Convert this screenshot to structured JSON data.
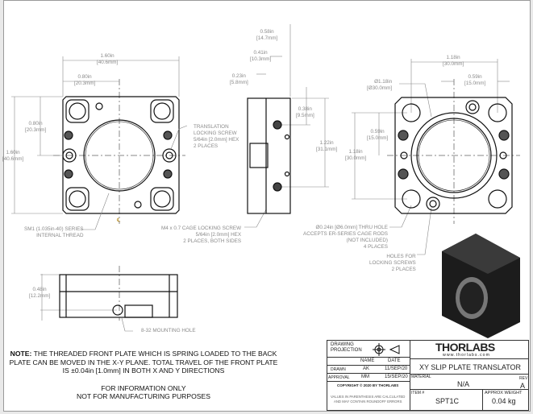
{
  "front_view": {
    "width_total": "1.60in\n[40.6mm]",
    "width_half": "0.80in\n[20.3mm]",
    "height_half": "0.80in\n[20.3mm]",
    "height_total": "1.60in\n[40.6mm]",
    "translation_note": "TRANSLATION\nLOCKING SCREW\n5/64in [2.0mm] HEX\n2 PLACES",
    "thread_note": "SM1 (1.035in-40) SERIES\nINTERNAL THREAD",
    "centerline": "℄"
  },
  "side_view": {
    "d1": "0.58in\n[14.7mm]",
    "d2": "0.41in\n[10.3mm]",
    "d3": "0.23in\n[5.8mm]",
    "d4": "0.38in\n[9.5mm]",
    "d5": "1.22in\n[31.1mm]",
    "cage_note": "M4 x 0.7 CAGE LOCKING SCREW\n5/64in [2.0mm] HEX\n2 PLACES, BOTH SIDES"
  },
  "back_view": {
    "diameter": "Ø1.18in\n[Ø30.0mm]",
    "width_total": "1.18in\n[30.0mm]",
    "width_half": "0.59in\n[15.0mm]",
    "height_half": "0.59in\n[15.0mm]",
    "height_total": "1.18in\n[30.0mm]",
    "thru_hole_note": "Ø0.24in [Ø6.0mm] THRU HOLE\nACCEPTS ER-SERIES CAGE RODS\n(NOT INCLUDED)\n4 PLACES",
    "locking_holes_note": "HOLES FOR\nLOCKING SCREWS\n2 PLACES"
  },
  "bottom_view": {
    "height": "0.48in\n[12.2mm]",
    "mounting_note": "8-32 MOUNTING HOLE"
  },
  "note": {
    "label": "NOTE:",
    "text": " THE THREADED FRONT PLATE WHICH IS SPRING LOADED TO THE BACK PLATE CAN BE MOVED IN THE X-Y PLANE. TOTAL TRAVEL OF THE FRONT PLATE IS ±0.04in [1.0mm] IN BOTH X AND Y DIRECTIONS",
    "disclaimer1": "FOR INFORMATION ONLY",
    "disclaimer2": "NOT FOR MANUFACTURING PURPOSES"
  },
  "title_block": {
    "projection_label": "DRAWING\nPROJECTION",
    "name_header": "NAME",
    "date_header": "DATE",
    "drawn_label": "DRAWN",
    "drawn_name": "AK",
    "drawn_date": "11/SEP/20",
    "approval_label": "APPROVAL",
    "approval_name": "MM",
    "approval_date": "15/SEP/20",
    "copyright": "COPYRIGHT © 2020 BY THORLABS",
    "values_note": "VALUES IN PARENTHESIS ARE CALCULATED\nAND MAY CONTAIN ROUNDOFF ERRORS",
    "logo": "THORLABS",
    "website": "www.thorlabs.com",
    "title": "XY SLIP PLATE TRANSLATOR",
    "material_label": "MATERIAL",
    "material": "N/A",
    "rev_label": "REV",
    "rev": "A",
    "item_label": "ITEM #",
    "item": "SPT1C",
    "weight_label": "APPROX WEIGHT",
    "weight": "0.04 kg"
  }
}
